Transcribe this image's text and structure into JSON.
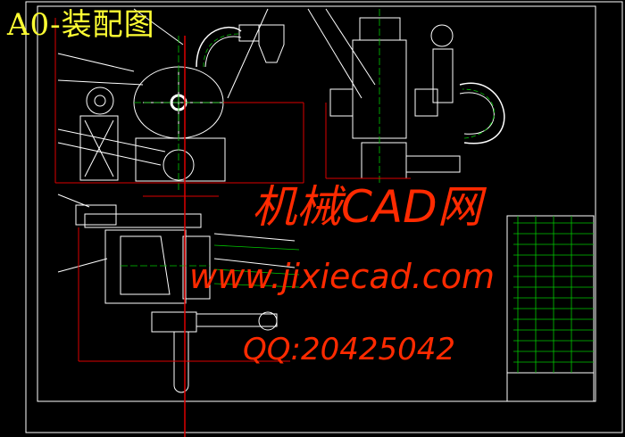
{
  "drawing": {
    "title": "A0-装配图",
    "colors": {
      "background": "#000000",
      "line": "#ffffff",
      "center": "#00cc00",
      "dimension": "#dd0000",
      "title": "#ffff33",
      "watermark": "#ff2a00"
    }
  },
  "watermark": {
    "site_name": "机械CAD网",
    "url": "www.jixiecad.com",
    "qq": "QQ:20425042"
  }
}
